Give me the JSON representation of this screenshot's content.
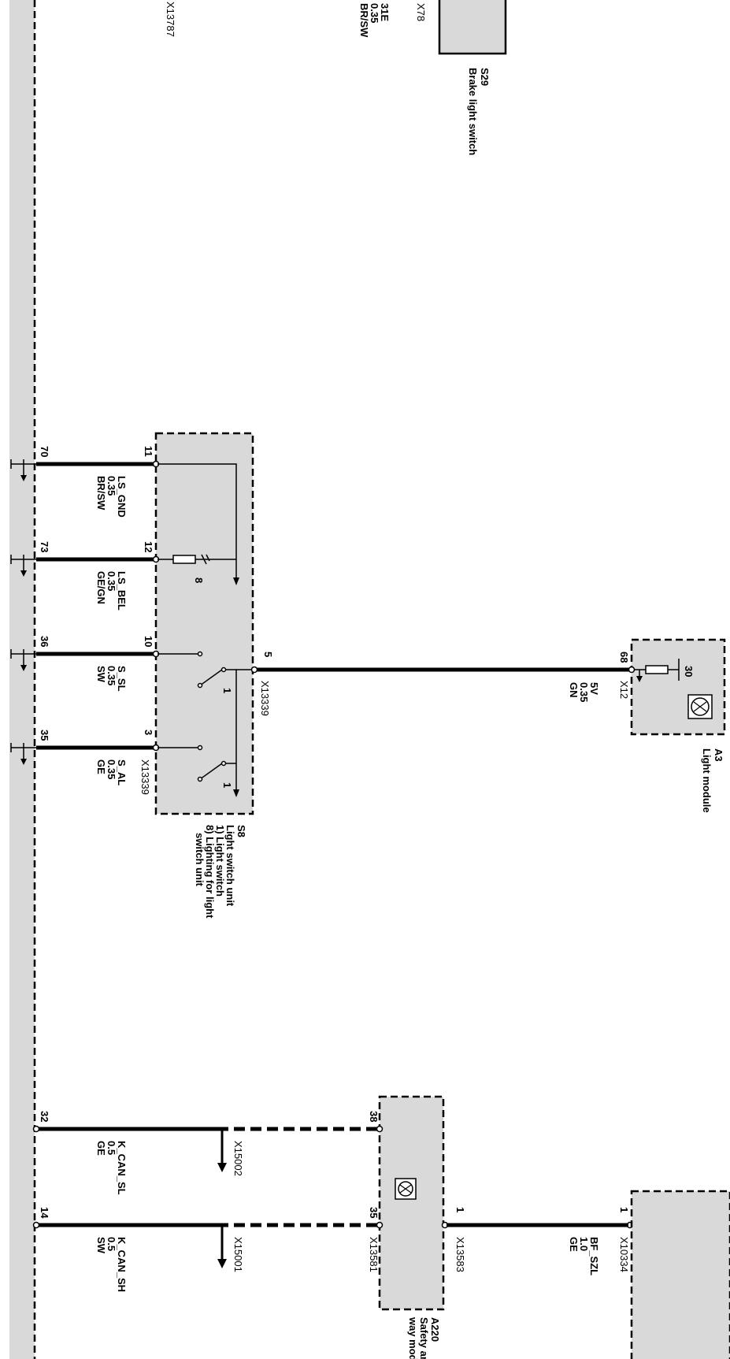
{
  "diagram": {
    "connector_main": "X13787",
    "brake_switch": {
      "id": "S29",
      "name": "Brake light switch",
      "connector": "X78",
      "wire": {
        "signal": "31E",
        "size": "0.35",
        "color": "BR/SW"
      }
    },
    "light_switch_unit": {
      "id": "S8",
      "title": "Light switch unit",
      "part1": "1) Light switch",
      "part2": "8) Lighting for light",
      "part2b": "switch unit",
      "connector": "X13339",
      "connector_out": "X13339",
      "pins": {
        "p11": "11",
        "p12": "12",
        "p10": "10",
        "p3": "3",
        "p5": "5",
        "n70": "70",
        "n73": "73",
        "n36": "36",
        "n35": "35",
        "sw8": "8",
        "sw1a": "1",
        "sw1b": "1"
      },
      "wires": [
        {
          "signal": "LS_GND",
          "size": "0.35",
          "color": "BR/SW"
        },
        {
          "signal": "LS_BEL",
          "size": "0.35",
          "color": "GE/GN"
        },
        {
          "signal": "S_SL",
          "size": "0.35",
          "color": "SW"
        },
        {
          "signal": "S_AL",
          "size": "0.35",
          "color": "GE"
        }
      ]
    },
    "light_module": {
      "id": "A3",
      "name": "Light module",
      "connector": "X12",
      "pin": "68",
      "node": "30",
      "wire": {
        "signal": "5V",
        "size": "0.35",
        "color": "GN"
      }
    },
    "safety_module": {
      "id": "A220",
      "name1": "Safety anc",
      "name2": "way modu",
      "connector": "X13581",
      "connector2": "X13583",
      "pins": {
        "p38": "38",
        "p35": "35",
        "p1": "1"
      }
    },
    "can_wires": [
      {
        "pin": "32",
        "signal": "K_CAN_SL",
        "size": "0.5",
        "color": "GE",
        "splice": "X15002"
      },
      {
        "pin": "14",
        "signal": "K_CAN_SH",
        "size": "0.5",
        "color": "SW",
        "splice": "X15001"
      }
    ],
    "bottom_right": {
      "connector": "X10334",
      "pin": "1",
      "wire": {
        "signal": "BF_SZL",
        "size": "1.0",
        "color": "GE"
      }
    }
  }
}
